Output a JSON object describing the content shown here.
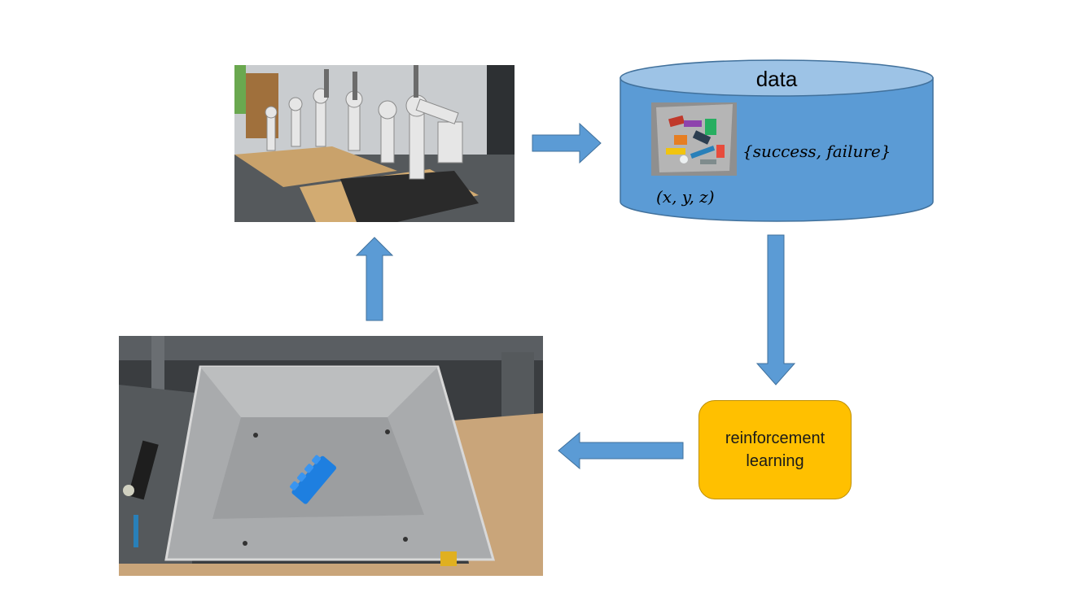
{
  "nodes": {
    "data_store": {
      "title": "data"
    },
    "outcome_label": "{success, failure}",
    "coordinate_label": "(x, y, z)",
    "rl_box": {
      "label": "reinforcement learning"
    }
  },
  "edges": [
    {
      "from": "robot-photo",
      "to": "data-store"
    },
    {
      "from": "data-store",
      "to": "rl-box"
    },
    {
      "from": "rl-box",
      "to": "bin-photo"
    },
    {
      "from": "bin-photo",
      "to": "robot-photo"
    }
  ],
  "colors": {
    "arrow_fill": "#5b9bd5",
    "arrow_stroke": "#41719c",
    "cylinder_body": "#5b9bd5",
    "cylinder_top": "#9dc3e6",
    "rl_box_fill": "#ffc000",
    "tray_blue": "#1e7fe0"
  }
}
